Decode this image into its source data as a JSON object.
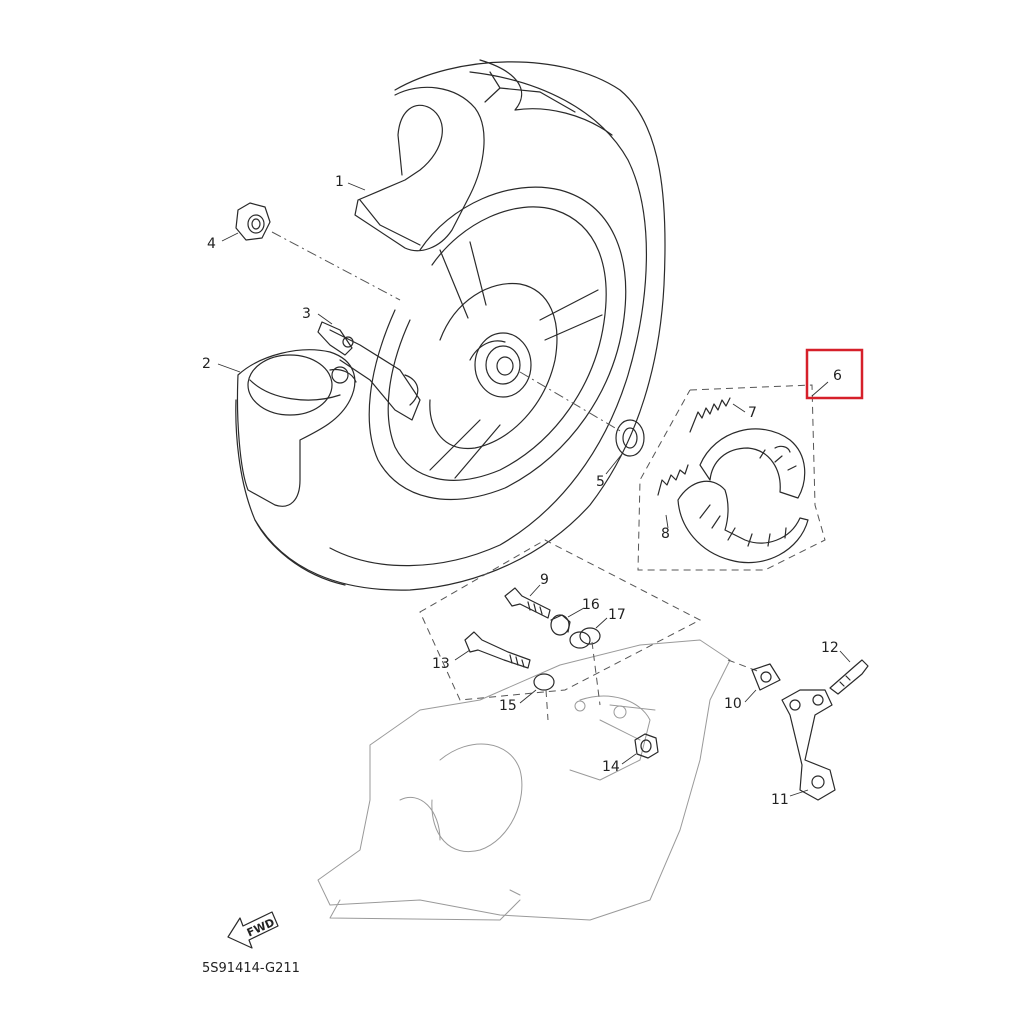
{
  "diagram": {
    "code": "5S91414-G211",
    "fwd_label": "FWD",
    "highlight_color": "#d6202a",
    "callouts": {
      "c1": "1",
      "c2": "2",
      "c3": "3",
      "c4": "4",
      "c5": "5",
      "c6": "6",
      "c7": "7",
      "c8": "8",
      "c9": "9",
      "c10": "10",
      "c11": "11",
      "c12": "12",
      "c13": "13",
      "c14": "14",
      "c15": "15",
      "c16": "16",
      "c17": "17"
    }
  }
}
